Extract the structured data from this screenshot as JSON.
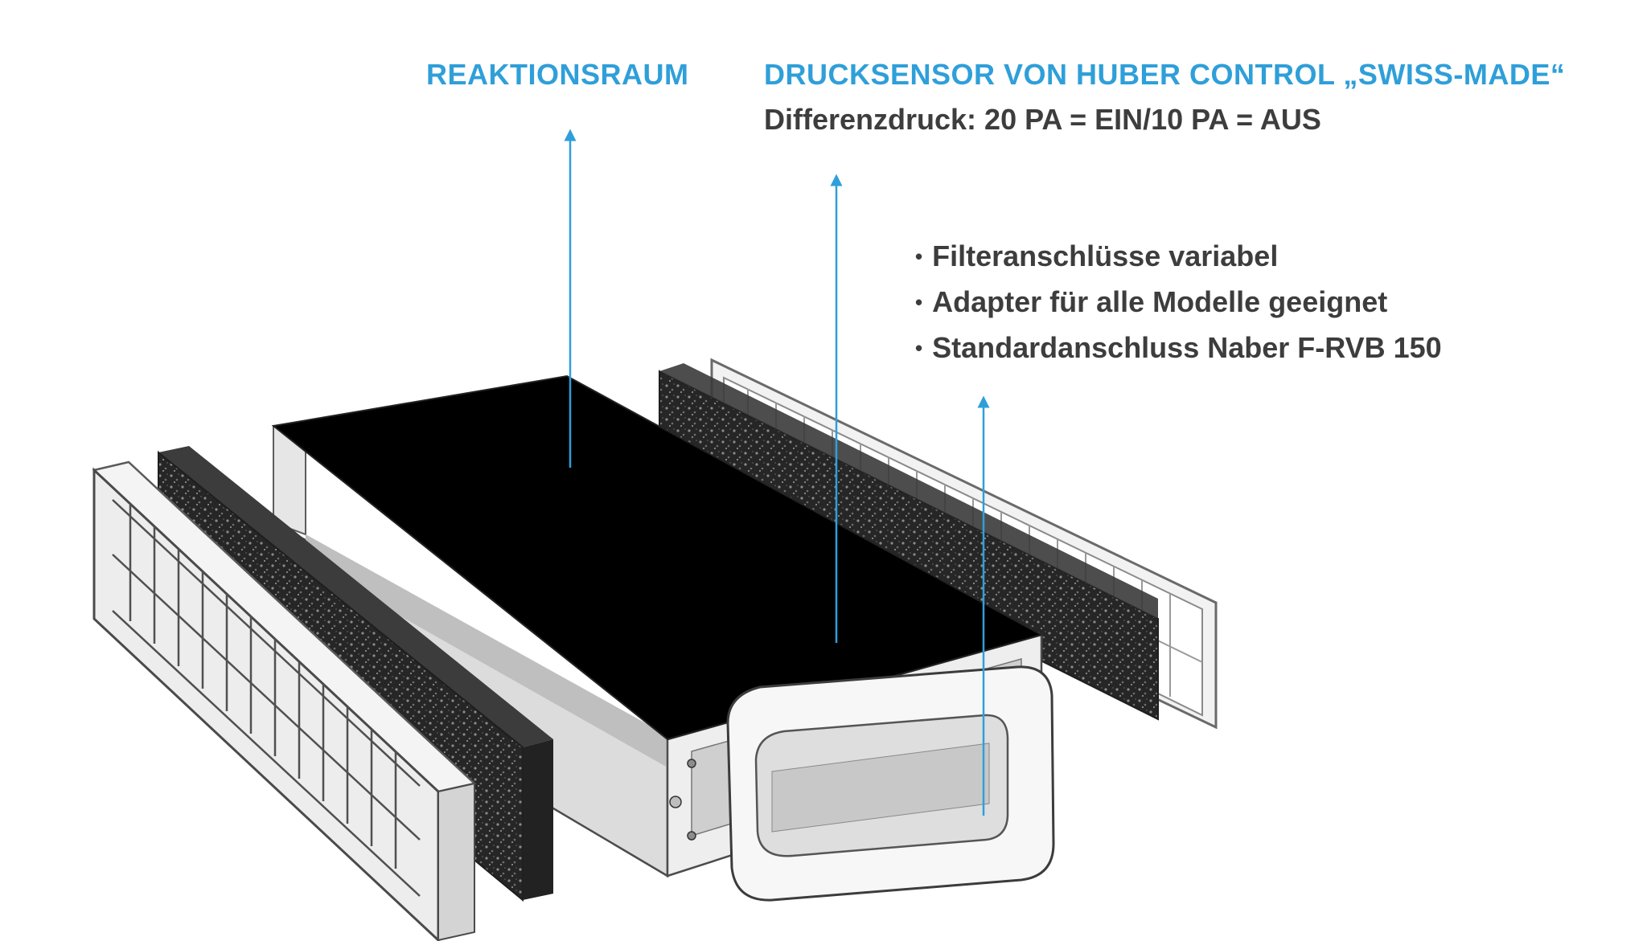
{
  "labels": {
    "reaktionsraum": "REAKTIONSRAUM",
    "drucksensor_title": "DRUCKSENSOR VON HUBER CONTROL „SWISS-MADE“",
    "drucksensor_sub": "Differenzdruck: 20 PA = EIN/10 PA = AUS"
  },
  "features": [
    "Filteranschlüsse variabel",
    "Adapter für alle Modelle geeignet",
    "Standardanschluss Naber F-RVB 150"
  ],
  "colors": {
    "accent": "#2f9fd9",
    "text": "#3d3d3d",
    "housing_top": "#000000",
    "foam": "#2a2a2a",
    "frame": "#e8e8e8"
  }
}
